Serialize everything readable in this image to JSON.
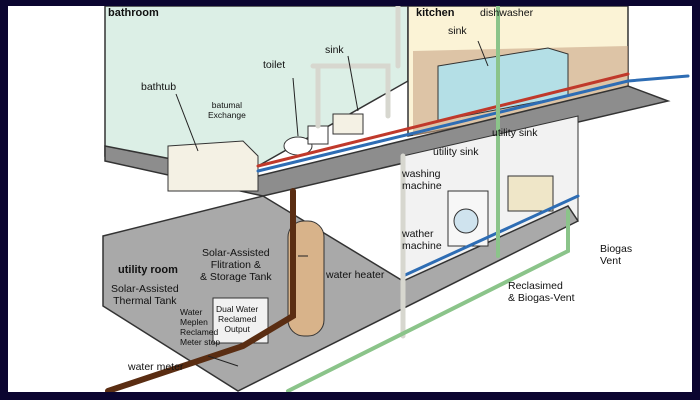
{
  "rooms": {
    "bathroom": "bathroom",
    "kitchen": "kitchen",
    "utility_room": "utility room"
  },
  "labels": {
    "dishwasher": "dishwasher",
    "kitchen_sink": "sink",
    "bath_sink": "sink",
    "toilet": "toilet",
    "bathtub": "bathtub",
    "exchange": [
      "batumal",
      "Exchange"
    ],
    "utility_sink_1": "utility sink",
    "utility_sink_2": "utility sink",
    "washing_machine": [
      "washing",
      "machine"
    ],
    "wather_machine": [
      "wather",
      "machine"
    ],
    "biogas_vent": [
      "Biogas",
      "Vent"
    ],
    "reclaimed_vent": [
      "Reclasimed",
      "& Biogas-Vent"
    ],
    "solar_filtration": [
      "Solar-Assisted",
      "Flitration &",
      "& Storage Tank"
    ],
    "water_heater": "water heater",
    "solar_thermal": [
      "Solar-Assisted",
      "Thermal Tank"
    ],
    "water_meter": "water meter",
    "meter_labels": [
      "Water",
      "Meplen",
      "Reclamed",
      "Meter stop"
    ],
    "panel": [
      "Dual Water",
      "Reclamed",
      "Output"
    ]
  },
  "colors": {
    "frame": "#0b0530",
    "hot_pipe": "#c0392b",
    "cold_pipe": "#2e6db4",
    "main_pipe": "#5a2d12",
    "green_pipe": "#8bc48a",
    "wall": "#dcefe6",
    "floor": "#a9a9a9"
  }
}
